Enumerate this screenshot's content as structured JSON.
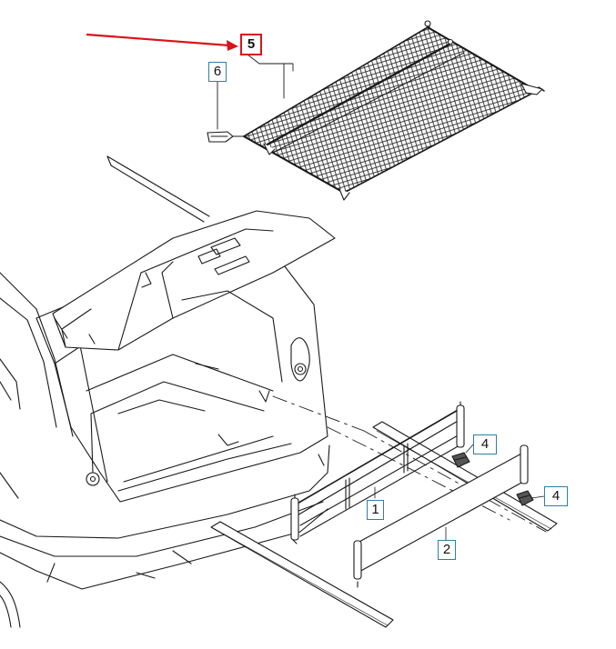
{
  "diagram": {
    "callouts": [
      {
        "id": "c5",
        "label": "5",
        "highlighted": true
      },
      {
        "id": "c6",
        "label": "6",
        "highlighted": false
      },
      {
        "id": "c1",
        "label": "1",
        "highlighted": false
      },
      {
        "id": "c2",
        "label": "2",
        "highlighted": false
      },
      {
        "id": "c4a",
        "label": "4",
        "highlighted": false
      },
      {
        "id": "c4b",
        "label": "4",
        "highlighted": false
      }
    ],
    "colors": {
      "line": "#1a1a1a",
      "callout_border": "#2f7fa3",
      "highlight": "#d8141a",
      "net_fill": "#3a3a3a"
    },
    "arrow_target": "c5"
  }
}
